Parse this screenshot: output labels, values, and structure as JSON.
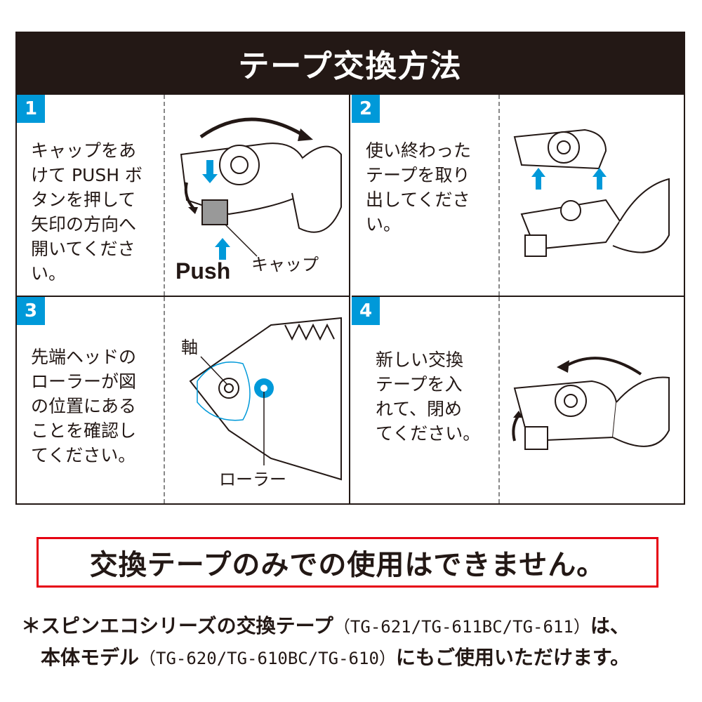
{
  "title": "テープ交換方法",
  "steps": [
    {
      "number": "1",
      "lines": [
        "キャップをあ",
        "けて PUSH ボ",
        "タンを押して",
        "矢印の方向へ",
        "開いてくださ",
        "い。"
      ],
      "labels": {
        "push": "Push",
        "cap": "キャップ"
      }
    },
    {
      "number": "2",
      "lines": [
        "使い終わった",
        "テープを取り",
        "出してくださ",
        "い。"
      ]
    },
    {
      "number": "3",
      "lines": [
        "先端ヘッドの",
        "ローラーが図",
        "の位置にある",
        "ことを確認し",
        "てください。"
      ],
      "labels": {
        "axis": "軸",
        "roller": "ローラー"
      }
    },
    {
      "number": "4",
      "lines": [
        "新しい交換",
        "テープを入",
        "れて、閉め",
        "てください。"
      ]
    }
  ],
  "warning": "交換テープのみでの使用はできません。",
  "note": {
    "line1_prefix": "＊スピンエコシリーズの交換テープ",
    "line1_models": "（TG-621/TG-611BC/TG-611）",
    "line1_suffix": "は、",
    "line2_prefix": "本体モデル",
    "line2_models": "（TG-620/TG-610BC/TG-610）",
    "line2_suffix": "にもご使用いただけます。"
  },
  "colors": {
    "dark": "#231815",
    "accent": "#0099d9",
    "warning_border": "#e60012"
  }
}
